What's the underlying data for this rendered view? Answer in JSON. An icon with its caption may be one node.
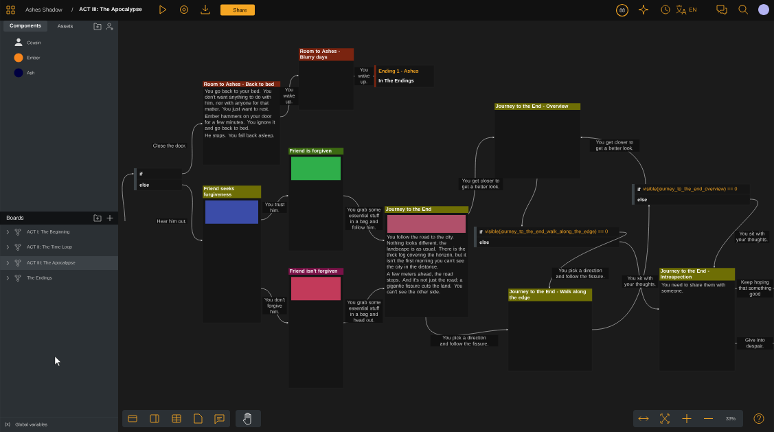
{
  "diagram": {
    "nodes": [
      {
        "text": [
          "if",
          "else"
        ]
      },
      {
        "text": [
          "Room to Ashes - Back to bed",
          "You go back to your bed. You don't want anything to do with him, nor with anyone for that matter. You just want to rest.",
          "Ember hammers on your door for a few minutes. You ignore it and go back to bed.",
          "He stops. You fall back asleep."
        ]
      },
      {
        "text": [
          "Room to Ashes - Blurry days"
        ]
      },
      {
        "text": [
          "Ending 1 - Ashes",
          "In The Endings"
        ]
      },
      {
        "text": [
          "Friend seeks forgiveness"
        ]
      },
      {
        "text": [
          "Friend is forgiven"
        ]
      },
      {
        "text": [
          "Friend isn't forgiven"
        ]
      },
      {
        "text": [
          "Journey to the End",
          "You follow the road to the city. Nothing looks different, the landscape is as usual. There is the thick fog covering the horizon, but it isn't the first morning you can't see the city in the distance.",
          "A few meters ahead, the road stops. And it's not just the road; a gigantic fissure cuts the land. You can't see the other side."
        ]
      },
      {
        "text": [
          "Journey to the End - Overview"
        ]
      },
      {
        "text": [
          "if",
          "visible(journey_to_the_end_walk_along_the_edge) == 0",
          "else"
        ]
      },
      {
        "text": [
          "if",
          "visible(journey_to_the_end_overview) == 0",
          "else"
        ]
      },
      {
        "text": [
          "Journey to the End - Walk along the edge"
        ]
      },
      {
        "text": [
          "Journey to the End - Introspection",
          "You need to share them with someone."
        ]
      }
    ],
    "edges": [
      {
        "from": null,
        "to": 0,
        "arrow": "to"
      },
      {
        "from": 0,
        "to": 1,
        "arrow": "to",
        "label": "Close the door."
      },
      {
        "from": 1,
        "to": 2,
        "arrow": "to",
        "label": "You wake up."
      },
      {
        "from": 2,
        "to": 3,
        "arrow": "to",
        "label": "You wake up."
      },
      {
        "from": 0,
        "to": 4,
        "arrow": "to",
        "label": "Hear him out."
      },
      {
        "from": 4,
        "to": 5,
        "arrow": "to",
        "label": "You trust him."
      },
      {
        "from": 4,
        "to": 6,
        "arrow": "to",
        "label": "You don't forgive him."
      },
      {
        "from": 5,
        "to": 7,
        "arrow": "to",
        "label": "You grab some essential stuff in a bag and follow him."
      },
      {
        "from": 6,
        "to": 7,
        "arrow": "to",
        "label": "You grab some essential stuff in a bag and head out."
      },
      {
        "from": 7,
        "to": 8,
        "arrow": "to",
        "label": "You get closer to get a better look."
      },
      {
        "from": 7,
        "to": 11,
        "arrow": "to",
        "label": "You pick a direction and follow the fissure."
      },
      {
        "from": 8,
        "to": 9,
        "arrow": "to"
      },
      {
        "from": 9,
        "to": 11,
        "arrow": "to",
        "label": "You pick a direction and follow the fissure."
      },
      {
        "from": 9,
        "to": 12,
        "arrow": "to",
        "label": "You sit with your thoughts."
      },
      {
        "from": 10,
        "to": 8,
        "arrow": "to",
        "label": "You get closer to get a better look."
      },
      {
        "from": 10,
        "to": 12,
        "arrow": "to",
        "label": "You sit with your thoughts."
      },
      {
        "from": 11,
        "to": 10,
        "arrow": "to"
      },
      {
        "from": 12,
        "to": null,
        "arrow": "to",
        "label": "Keep hoping that something good"
      },
      {
        "from": 12,
        "to": null,
        "arrow": "to",
        "label": "Give into despair."
      }
    ],
    "labels": [
      "Ashes Shadow",
      "/",
      "ACT III: The Apocalypse",
      "Share",
      "88",
      "EN",
      "Components",
      "Assets",
      "Cousin",
      "Ember",
      "Ash",
      "Boards",
      "ACT I: The Beginning",
      "ACT II: The Time Loop",
      "ACT III: The Apocalypse",
      "The Endings",
      "(x)",
      "Global variables",
      "33%"
    ]
  }
}
